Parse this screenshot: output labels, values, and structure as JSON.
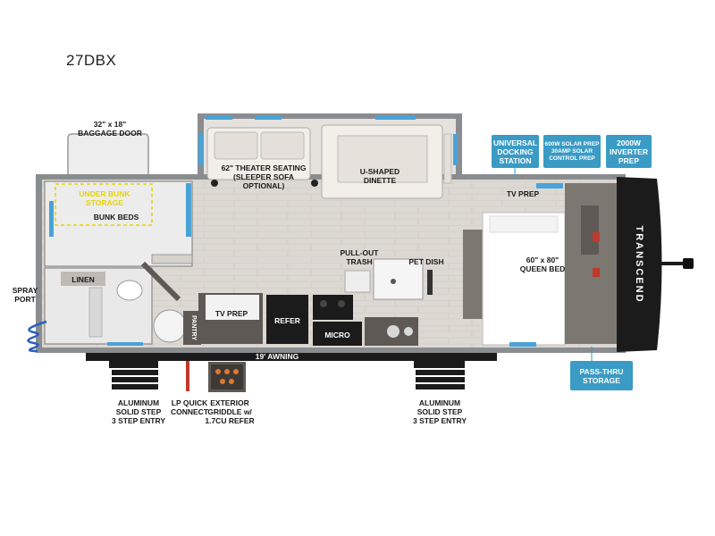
{
  "model": "27DBX",
  "brand_logo_text": "TRANSCEND",
  "labels": {
    "baggage_door": "32\" x 18\"\nBAGGAGE DOOR",
    "under_bunk_storage": "UNDER BUNK\nSTORAGE",
    "bunk_beds": "BUNK BEDS",
    "theater_seating": "62\" THEATER SEATING\n(SLEEPER SOFA OPTIONAL)",
    "u_dinette": "U-SHAPED\nDINETTE",
    "tv_prep_top": "TV PREP",
    "pull_out_trash": "PULL-OUT\nTRASH",
    "pet_dish": "PET DISH",
    "queen_bed": "60\" x 80\"\nQUEEN BED",
    "linen": "LINEN",
    "tv_prep_bottom": "TV PREP",
    "refer": "REFER",
    "micro": "MICRO",
    "pantry": "PANTRY",
    "awning": "19' AWNING",
    "spray_port": "SPRAY\nPORT",
    "step_left": "ALUMINUM\nSOLID STEP\n3 STEP ENTRY",
    "lp_connect": "LP QUICK\nCONNECT",
    "griddle": "EXTERIOR\nGRIDDLE w/\n1.7CU REFER",
    "step_right": "ALUMINUM\nSOLID STEP\n3 STEP ENTRY"
  },
  "callouts": {
    "docking": "UNIVERSAL\nDOCKING\nSTATION",
    "solar": "600W SOLAR PREP\n30AMP SOLAR\nCONTROL PREP",
    "inverter": "2000W\nINVERTER\nPREP",
    "pass_thru": "PASS-THRU\nSTORAGE"
  },
  "colors": {
    "callout_blue": "#3a9bc4",
    "wall_gray": "#8a8d90",
    "floor": "#dcd8d2",
    "cabinet": "#5e5954",
    "appliance": "#1b1b1b",
    "window": "#4aa3d8",
    "storage_outline": "#e6d400"
  }
}
